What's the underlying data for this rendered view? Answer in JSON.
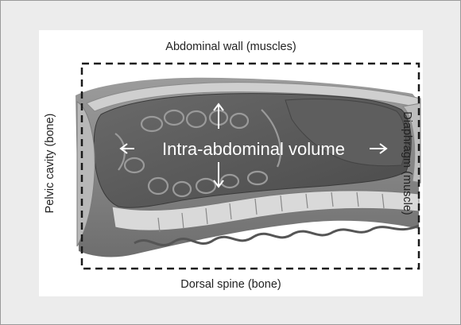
{
  "labels": {
    "top": "Abdominal wall (muscles)",
    "bottom": "Dorsal spine (bone)",
    "left": "Pelvic cavity (bone)",
    "right": "Diaphragm (muscle)",
    "center": "Intra-abdominal volume"
  },
  "colors": {
    "frame_background": "#ececec",
    "panel_background": "#ffffff",
    "dash_border": "#1a1a1a",
    "cavity_fill": "#5a5a5a",
    "arrow_color": "#ffffff"
  }
}
